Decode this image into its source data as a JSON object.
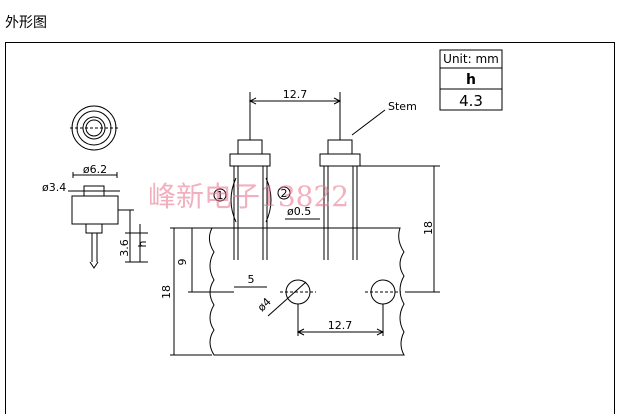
{
  "title": "外形图",
  "unit_table": {
    "unit": "Unit: mm",
    "header": "h",
    "value": "4.3"
  },
  "labels": {
    "stem": "Stem",
    "top_dia": "ø6.2",
    "side_dia": "ø3.4",
    "h_small": "3.6",
    "h": "h",
    "pitch_top": "12.7",
    "pin_dia": "ø0.5",
    "height_right": "18",
    "height_9": "9",
    "height_18_left": "18",
    "span_5": "5",
    "hole_dia": "ø4",
    "pitch_bottom": "12.7",
    "pin1": "1",
    "pin2": "2"
  },
  "watermark": "峰新电子13822"
}
